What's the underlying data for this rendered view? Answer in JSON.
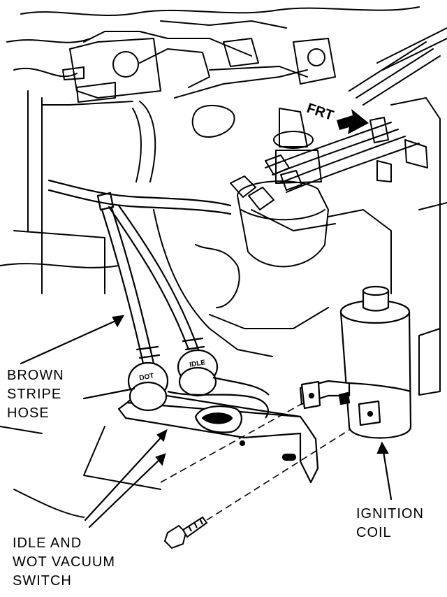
{
  "labels": {
    "brown_stripe_hose": "BROWN\nSTRIPE\nHOSE",
    "idle_wot_switch": "IDLE AND\nWOT VACUUM\nSWITCH",
    "ignition_coil": "IGNITION\nCOIL",
    "front_marker": "FRT",
    "switch_a_mark": "DOT",
    "switch_b_mark": "IDLE"
  },
  "colors": {
    "ink": "#000000",
    "paper": "#ffffff"
  }
}
